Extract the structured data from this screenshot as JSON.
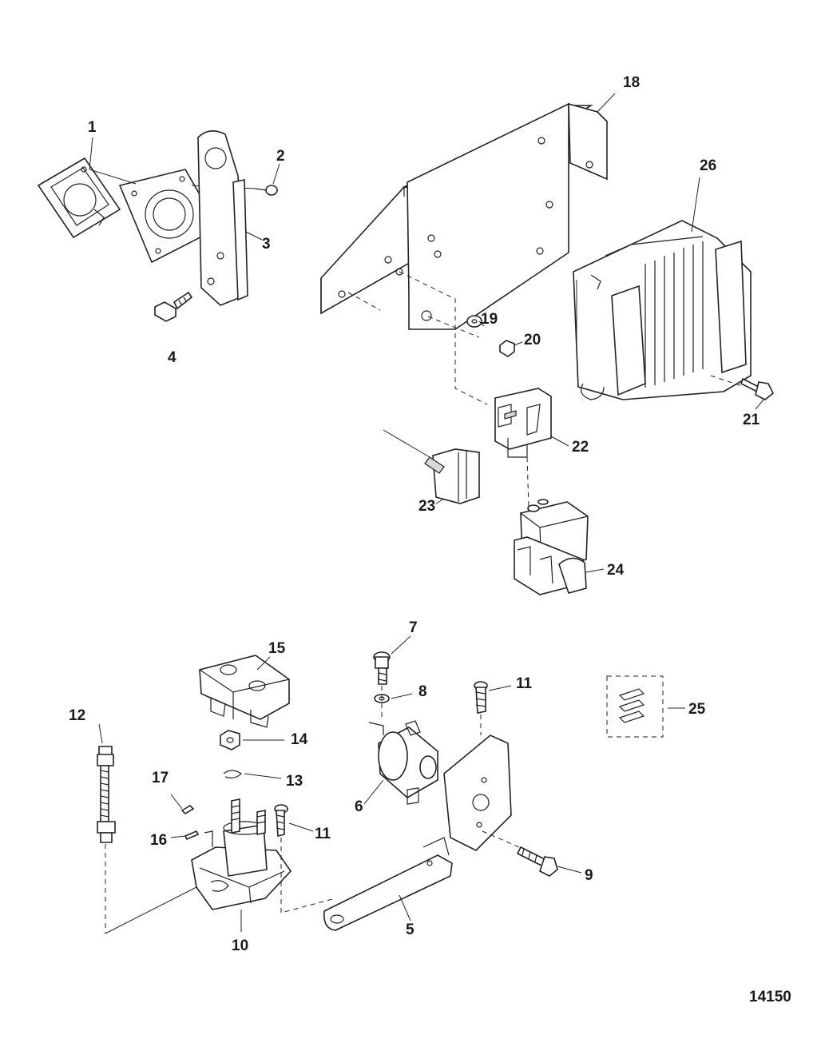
{
  "callouts": {
    "c1": "1",
    "c2": "2",
    "c3": "3",
    "c4": "4",
    "c5": "5",
    "c6": "6",
    "c7": "7",
    "c8": "8",
    "c9": "9",
    "c10": "10",
    "c11a": "11",
    "c11b": "11",
    "c12": "12",
    "c13": "13",
    "c14": "14",
    "c15": "15",
    "c16": "16",
    "c17": "17",
    "c18": "18",
    "c19": "19",
    "c20": "20",
    "c21": "21",
    "c22": "22",
    "c23": "23",
    "c24": "24",
    "c25": "25",
    "c26": "26"
  },
  "figure_number": "14150"
}
